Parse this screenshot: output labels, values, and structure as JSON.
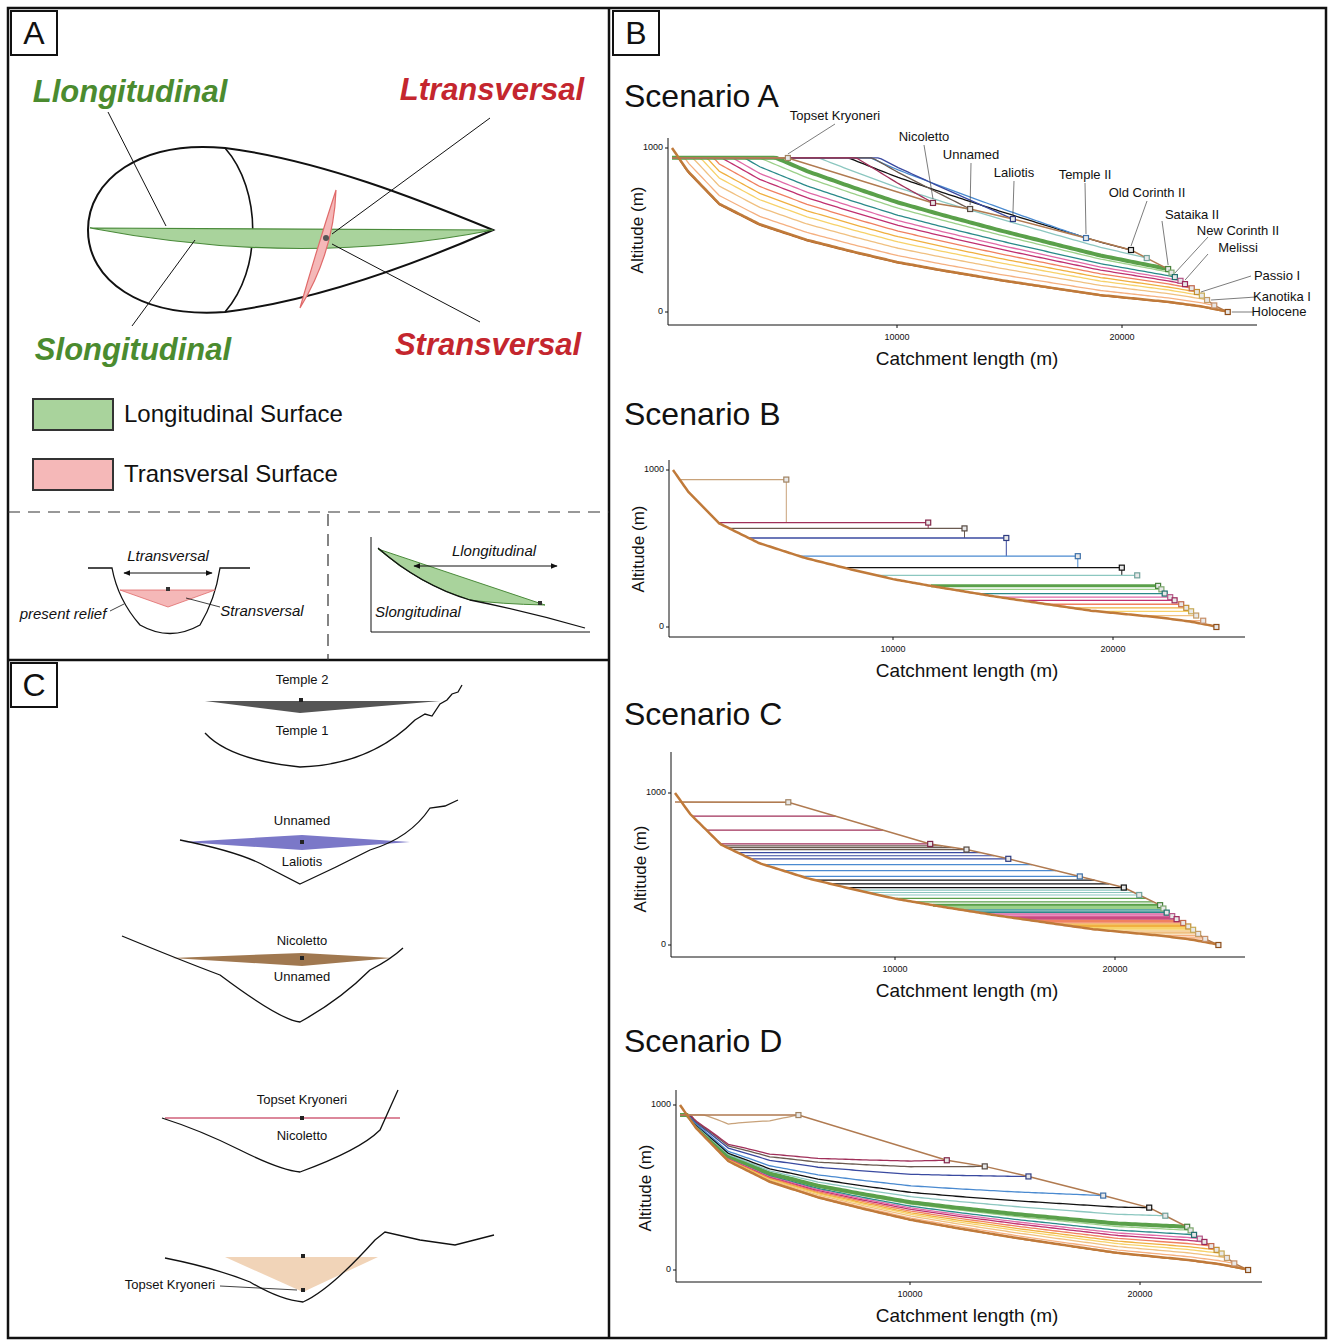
{
  "diagram": {
    "nodes": [
      {
        "text": [
          "A"
        ]
      },
      {
        "text": [
          "B"
        ]
      },
      {
        "text": [
          "C"
        ]
      }
    ],
    "labels": [
      "Llongitudinal",
      "Ltransversal",
      "Slongitudinal",
      "Stransversal",
      "Ltransversal",
      "Stransversal",
      "present relief",
      "Llongitudinal",
      "Slongitudinal",
      "Scenario A",
      "Topset Kryoneri",
      "Nicoletto",
      "Unnamed",
      "Laliotis",
      "Temple II",
      "Old Corinth II",
      "Sataika II",
      "New Corinth II",
      "Melissi",
      "Passio I",
      "Kanotika I",
      "Holocene",
      "1000",
      "0",
      "10000",
      "20000",
      "Altitude (m)",
      "Catchment length (m)",
      "Scenario B",
      "1000",
      "0",
      "10000",
      "20000",
      "Altitude (m)",
      "Catchment length (m)",
      "Scenario C",
      "1000",
      "0",
      "10000",
      "20000",
      "Altitude (m)",
      "Catchment length (m)",
      "Scenario D",
      "1000",
      "0",
      "10000",
      "20000",
      "Altitude (m)",
      "Catchment length (m)",
      "Temple 2",
      "Temple 1",
      "Unnamed",
      "Laliotis",
      "Nicoletto",
      "Unnamed",
      "Topset Kryoneri",
      "Nicoletto",
      "Topset Kryoneri"
    ],
    "legend": [
      {
        "text": "Longitudinal Surface",
        "color": "#a9d39c"
      },
      {
        "text": "Transversal Surface",
        "color": "#f5b8b8"
      }
    ]
  }
}
